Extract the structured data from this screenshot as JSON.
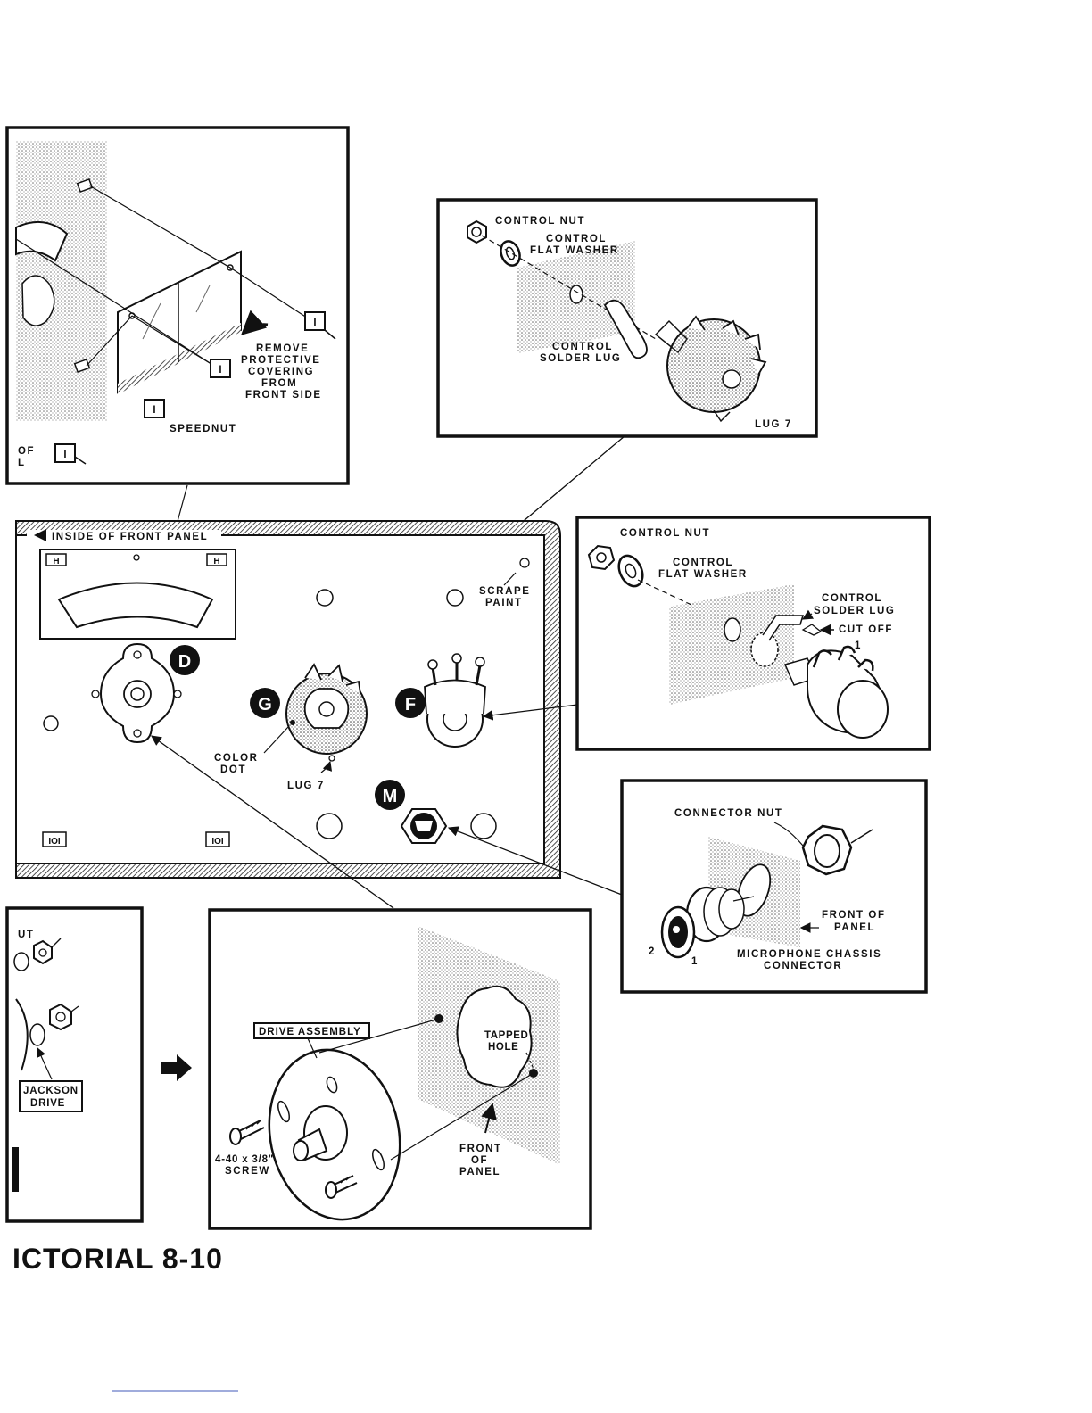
{
  "labels": {
    "remove": "REMOVE",
    "protective": "PROTECTIVE",
    "covering": "COVERING",
    "from": "FROM",
    "front_side": "FRONT SIDE",
    "speednut": "SPEEDNUT",
    "of_fragment": "OF",
    "l_fragment": "L",
    "inside_front_panel": "INSIDE OF FRONT PANEL",
    "scrape": "SCRAPE",
    "paint": "PAINT",
    "color": "COLOR",
    "dot": "DOT",
    "lug7_panel": "LUG 7",
    "ut_fragment": "UT",
    "jackson": "JACKSON",
    "drive": "DRIVE",
    "figure_title": "ICTORIAL 8-10"
  },
  "badges": {
    "d": "D",
    "g": "G",
    "f": "F",
    "m": "M"
  },
  "inset_g": {
    "control_nut": "CONTROL NUT",
    "control": "CONTROL",
    "flat_washer": "FLAT WASHER",
    "control2": "CONTROL",
    "solder_lug": "SOLDER LUG",
    "lug7": "LUG 7"
  },
  "inset_f": {
    "control_nut": "CONTROL NUT",
    "control": "CONTROL",
    "flat_washer": "FLAT WASHER",
    "control2": "CONTROL",
    "solder_lug": "SOLDER LUG",
    "cut_off": "CUT OFF",
    "lug_num": "1"
  },
  "inset_m": {
    "connector_nut": "CONNECTOR NUT",
    "front_of": "FRONT OF",
    "panel": "PANEL",
    "pin2": "2",
    "pin1": "1",
    "microphone_chassis": "MICROPHONE CHASSIS",
    "connector": "CONNECTOR"
  },
  "inset_d": {
    "drive_assembly": "DRIVE ASSEMBLY",
    "tapped": "TAPPED",
    "hole": "HOLE",
    "front": "FRONT",
    "of": "OF",
    "panel": "PANEL",
    "screw_size": "4-40 x 3/8\"",
    "screw": "SCREW"
  }
}
